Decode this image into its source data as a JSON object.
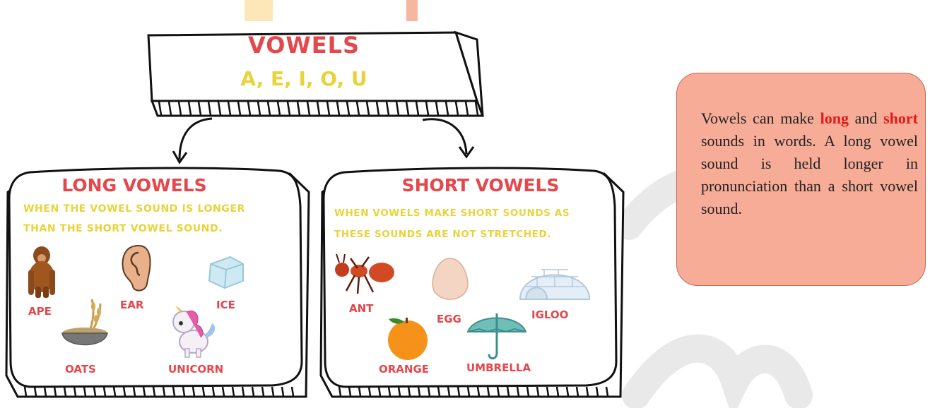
{
  "top": {
    "title": "Vowels",
    "letters": "A, E, I, O, U"
  },
  "long_card": {
    "title": "Long Vowels",
    "desc_line1": "When the vowel sound is longer",
    "desc_line2": "than the short vowel sound.",
    "words": [
      "APE",
      "EAR",
      "ICE",
      "OATS",
      "UNICORN"
    ]
  },
  "short_card": {
    "title": "Short Vowels",
    "desc_line1": "When vowels make short sounds as",
    "desc_line2": "these sounds are not stretched.",
    "words": [
      "ANT",
      "EGG",
      "IGLOO",
      "ORANGE",
      "UMBRELLA"
    ]
  },
  "note": {
    "part1": "Vowels can make ",
    "long": "long",
    "part2": " and ",
    "short": "short",
    "part3": " sounds in words. A long vowel sound is held longer in pronunciation than a short vowel sound."
  },
  "colors": {
    "heading_red": "#e4474c",
    "sub_yellow": "#e8d33a",
    "note_bg": "#f6ac97",
    "note_highlight": "#e31a1a"
  },
  "icons": [
    "ape-icon",
    "ear-icon",
    "ice-icon",
    "oats-icon",
    "unicorn-icon",
    "ant-icon",
    "egg-icon",
    "igloo-icon",
    "orange-icon",
    "umbrella-icon"
  ]
}
